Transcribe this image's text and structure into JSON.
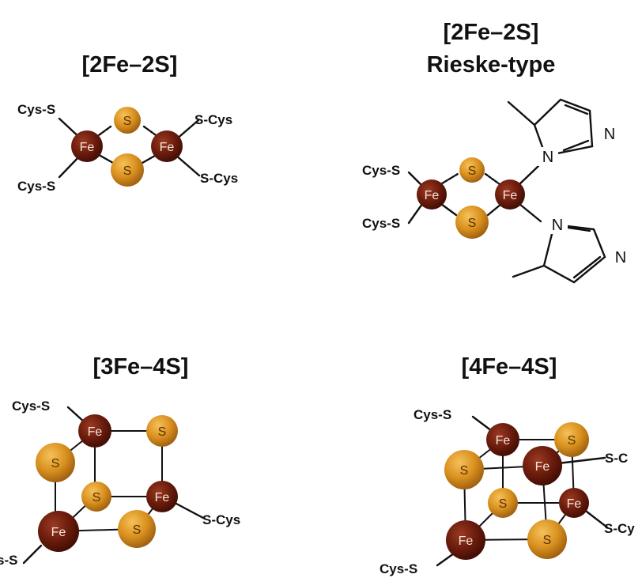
{
  "colors": {
    "iron": "#6b1c0c",
    "iron_dark": "#3d0c04",
    "sulfur": "#d9901e",
    "sulfur_dark": "#8f5510",
    "bond": "#111111"
  },
  "labels": {
    "fe": "Fe",
    "s": "S",
    "n": "N",
    "cys_s": "Cys-S",
    "s_cys": "S-Cys",
    "s_cys_cut": "S-C",
    "s_cys_cut2": "S-Cy",
    "cys_s_cut": "s-S"
  },
  "panels": [
    {
      "title": "[2Fe–2S]"
    },
    {
      "title": "[2Fe–2S]",
      "subtitle": "Rieske-type"
    },
    {
      "title": "[3Fe–4S]"
    },
    {
      "title": "[4Fe–4S]"
    }
  ]
}
